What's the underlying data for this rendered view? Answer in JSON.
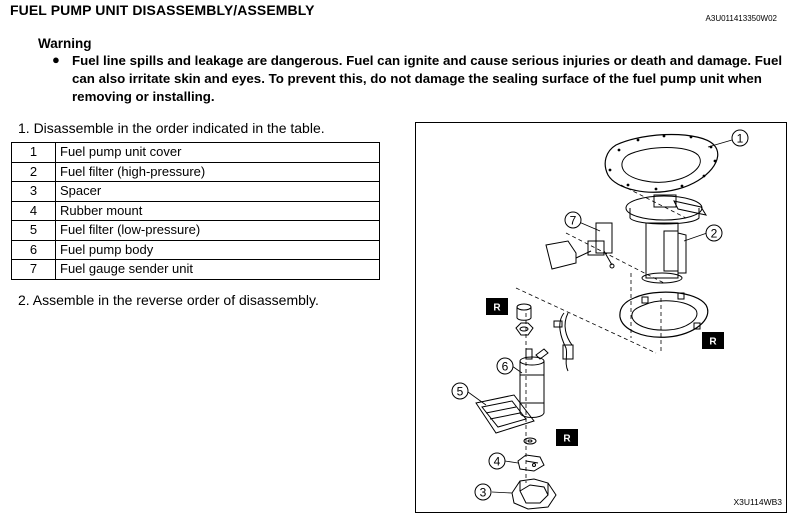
{
  "header": {
    "title": "FUEL PUMP UNIT DISASSEMBLY/ASSEMBLY",
    "doc_id": "A3U011413350W02"
  },
  "warning": {
    "heading": "Warning",
    "bullet": "●",
    "text": "Fuel line spills and leakage are dangerous. Fuel can ignite and cause serious injuries or death and damage. Fuel can also irritate skin and eyes. To prevent this, do not damage the sealing surface of the fuel pump unit when removing or installing."
  },
  "steps": {
    "step1": "1. Disassemble in the order indicated in the table.",
    "step2": "2. Assemble in the reverse order of disassembly."
  },
  "parts_table": [
    {
      "num": "1",
      "name": "Fuel pump unit cover"
    },
    {
      "num": "2",
      "name": "Fuel filter (high-pressure)"
    },
    {
      "num": "3",
      "name": "Spacer"
    },
    {
      "num": "4",
      "name": "Rubber mount"
    },
    {
      "num": "5",
      "name": "Fuel filter (low-pressure)"
    },
    {
      "num": "6",
      "name": "Fuel pump body"
    },
    {
      "num": "7",
      "name": "Fuel gauge sender unit"
    }
  ],
  "figure": {
    "figure_id": "X3U114WB3",
    "callouts": [
      "1",
      "2",
      "3",
      "4",
      "5",
      "6",
      "7"
    ],
    "replace_marker": "R"
  }
}
